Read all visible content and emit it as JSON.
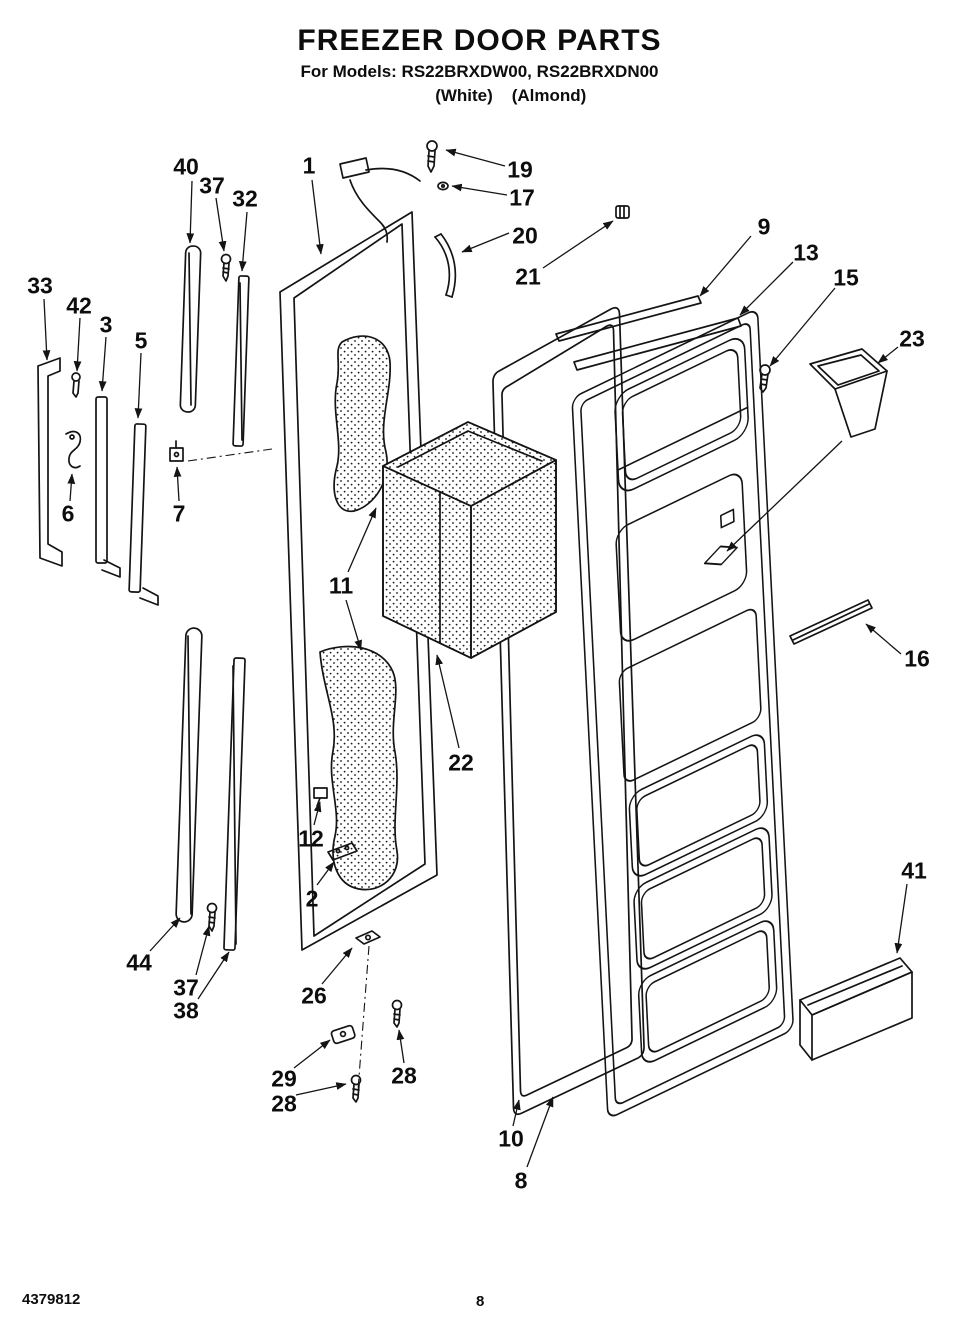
{
  "header": {
    "title": "FREEZER DOOR PARTS",
    "models_line": "For Models: RS22BRXDW00, RS22BRXDN00",
    "finish_white": "(White)",
    "finish_almond": "(Almond)"
  },
  "footer": {
    "doc_number": "4379812",
    "page_number": "8"
  },
  "callouts": [
    {
      "part": "40"
    },
    {
      "part": "37"
    },
    {
      "part": "32"
    },
    {
      "part": "1"
    },
    {
      "part": "19"
    },
    {
      "part": "17"
    },
    {
      "part": "20"
    },
    {
      "part": "21"
    },
    {
      "part": "9"
    },
    {
      "part": "13"
    },
    {
      "part": "15"
    },
    {
      "part": "23"
    },
    {
      "part": "33"
    },
    {
      "part": "42"
    },
    {
      "part": "3"
    },
    {
      "part": "5"
    },
    {
      "part": "6"
    },
    {
      "part": "7"
    },
    {
      "part": "11"
    },
    {
      "part": "22"
    },
    {
      "part": "12"
    },
    {
      "part": "2"
    },
    {
      "part": "16"
    },
    {
      "part": "44"
    },
    {
      "part": "37"
    },
    {
      "part": "38"
    },
    {
      "part": "26"
    },
    {
      "part": "29"
    },
    {
      "part": "28"
    },
    {
      "part": "28"
    },
    {
      "part": "10"
    },
    {
      "part": "8"
    },
    {
      "part": "41"
    }
  ]
}
